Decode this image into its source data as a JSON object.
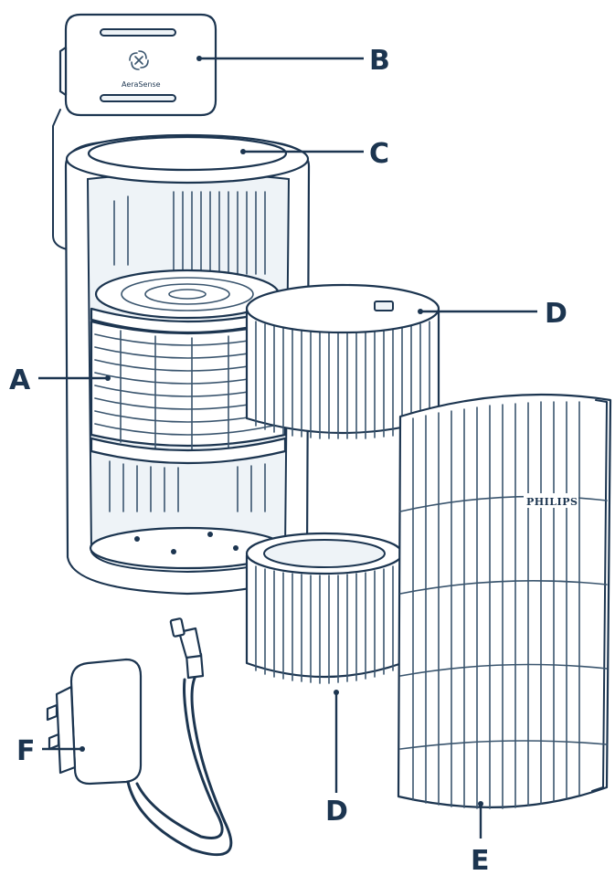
{
  "labels": {
    "a": "A",
    "b": "B",
    "c": "C",
    "d_top": "D",
    "d_bottom": "D",
    "e": "E",
    "f": "F"
  },
  "sensor_panel": {
    "logo_text": "AeraSense",
    "logo_icon": "aerasense-swirl-icon"
  },
  "cover": {
    "brand": "PHILIPS"
  },
  "colors": {
    "ink": "#1c3550",
    "fill": "#ffffff",
    "shade": "#eef3f7"
  }
}
